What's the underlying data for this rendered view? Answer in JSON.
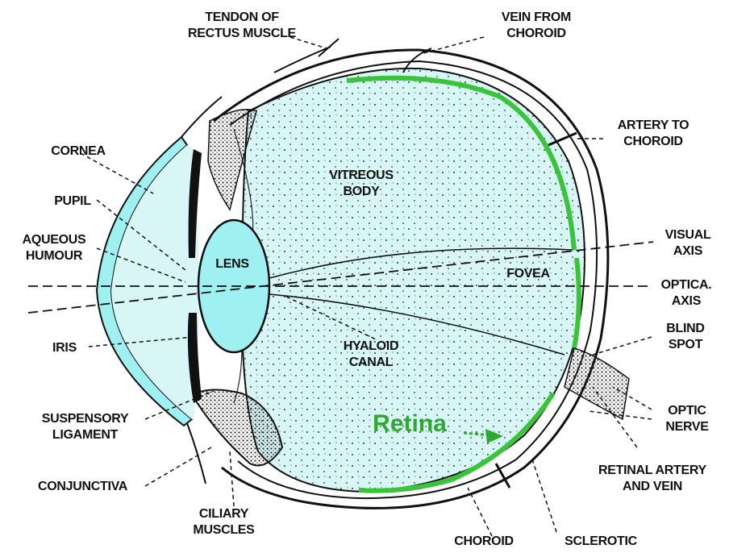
{
  "colors": {
    "humor_fill": "#d8f6f6",
    "cornea_fill": "#9ff0f0",
    "retina_green": "#3ac43a",
    "ink": "#111111"
  },
  "labels": {
    "tendon": [
      "TENDON OF",
      "RECTUS MUSCLE"
    ],
    "vein_choroid": [
      "VEIN FROM",
      "CHOROID"
    ],
    "artery_choroid": [
      "ARTERY TO",
      "CHOROID"
    ],
    "cornea": "CORNEA",
    "pupil": "PUPIL",
    "aqueous": [
      "AQUEOUS",
      "HUMOUR"
    ],
    "iris": "IRIS",
    "suspensory": [
      "SUSPENSORY",
      "LIGAMENT"
    ],
    "conjunctiva": "CONJUNCTIVA",
    "ciliary": [
      "CILIARY",
      "MUSCLES"
    ],
    "choroid": "CHOROID",
    "sclerotic": "SCLEROTIC",
    "retinal_artery": [
      "RETINAL ARTERY",
      "AND VEIN"
    ],
    "optic_nerve": [
      "OPTIC",
      "NERVE"
    ],
    "blind_spot": [
      "BLIND",
      "SPOT"
    ],
    "optica_axis": [
      "OPTICA.",
      "AXIS"
    ],
    "visual_axis": [
      "VISUAL",
      "AXIS"
    ],
    "fovea": "FOVEA",
    "vitreous": [
      "VITREOUS",
      "BODY"
    ],
    "lens": "LENS",
    "hyaloid": [
      "HYALOID",
      "CANAL"
    ],
    "retina": "Retina"
  }
}
